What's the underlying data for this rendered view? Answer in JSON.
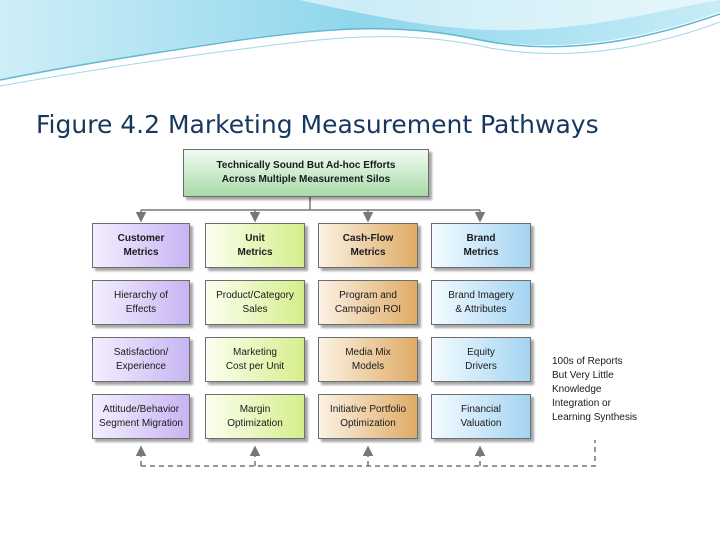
{
  "slide": {
    "title": "Figure 4.2 Marketing Measurement Pathways"
  },
  "diagram": {
    "top_box": "Technically Sound But Ad-hoc Efforts\nAcross Multiple Measurement Silos",
    "columns": [
      {
        "header": "Customer\nMetrics",
        "cells": [
          "Hierarchy of\nEffects",
          "Satisfaction/\nExperience",
          "Attitude/Behavior\nSegment Migration"
        ]
      },
      {
        "header": "Unit\nMetrics",
        "cells": [
          "Product/Category\nSales",
          "Marketing\nCost per Unit",
          "Margin\nOptimization"
        ]
      },
      {
        "header": "Cash-Flow\nMetrics",
        "cells": [
          "Program and\nCampaign ROI",
          "Media Mix\nModels",
          "Initiative Portfolio\nOptimization"
        ]
      },
      {
        "header": "Brand\nMetrics",
        "cells": [
          "Brand Imagery\n& Attributes",
          "Equity\nDrivers",
          "Financial\nValuation"
        ]
      }
    ],
    "side_note": "100s of Reports\nBut Very Little\nKnowledge\nIntegration or\nLearning Synthesis",
    "colors": {
      "customer": "#c7b4f2",
      "unit": "#d6ee8c",
      "cash_flow": "#dfab66",
      "brand": "#a4d4f2",
      "top": "#a7dba7",
      "arrow": "#777777",
      "title": "#17375e",
      "banner": "#7ecfe8"
    }
  }
}
